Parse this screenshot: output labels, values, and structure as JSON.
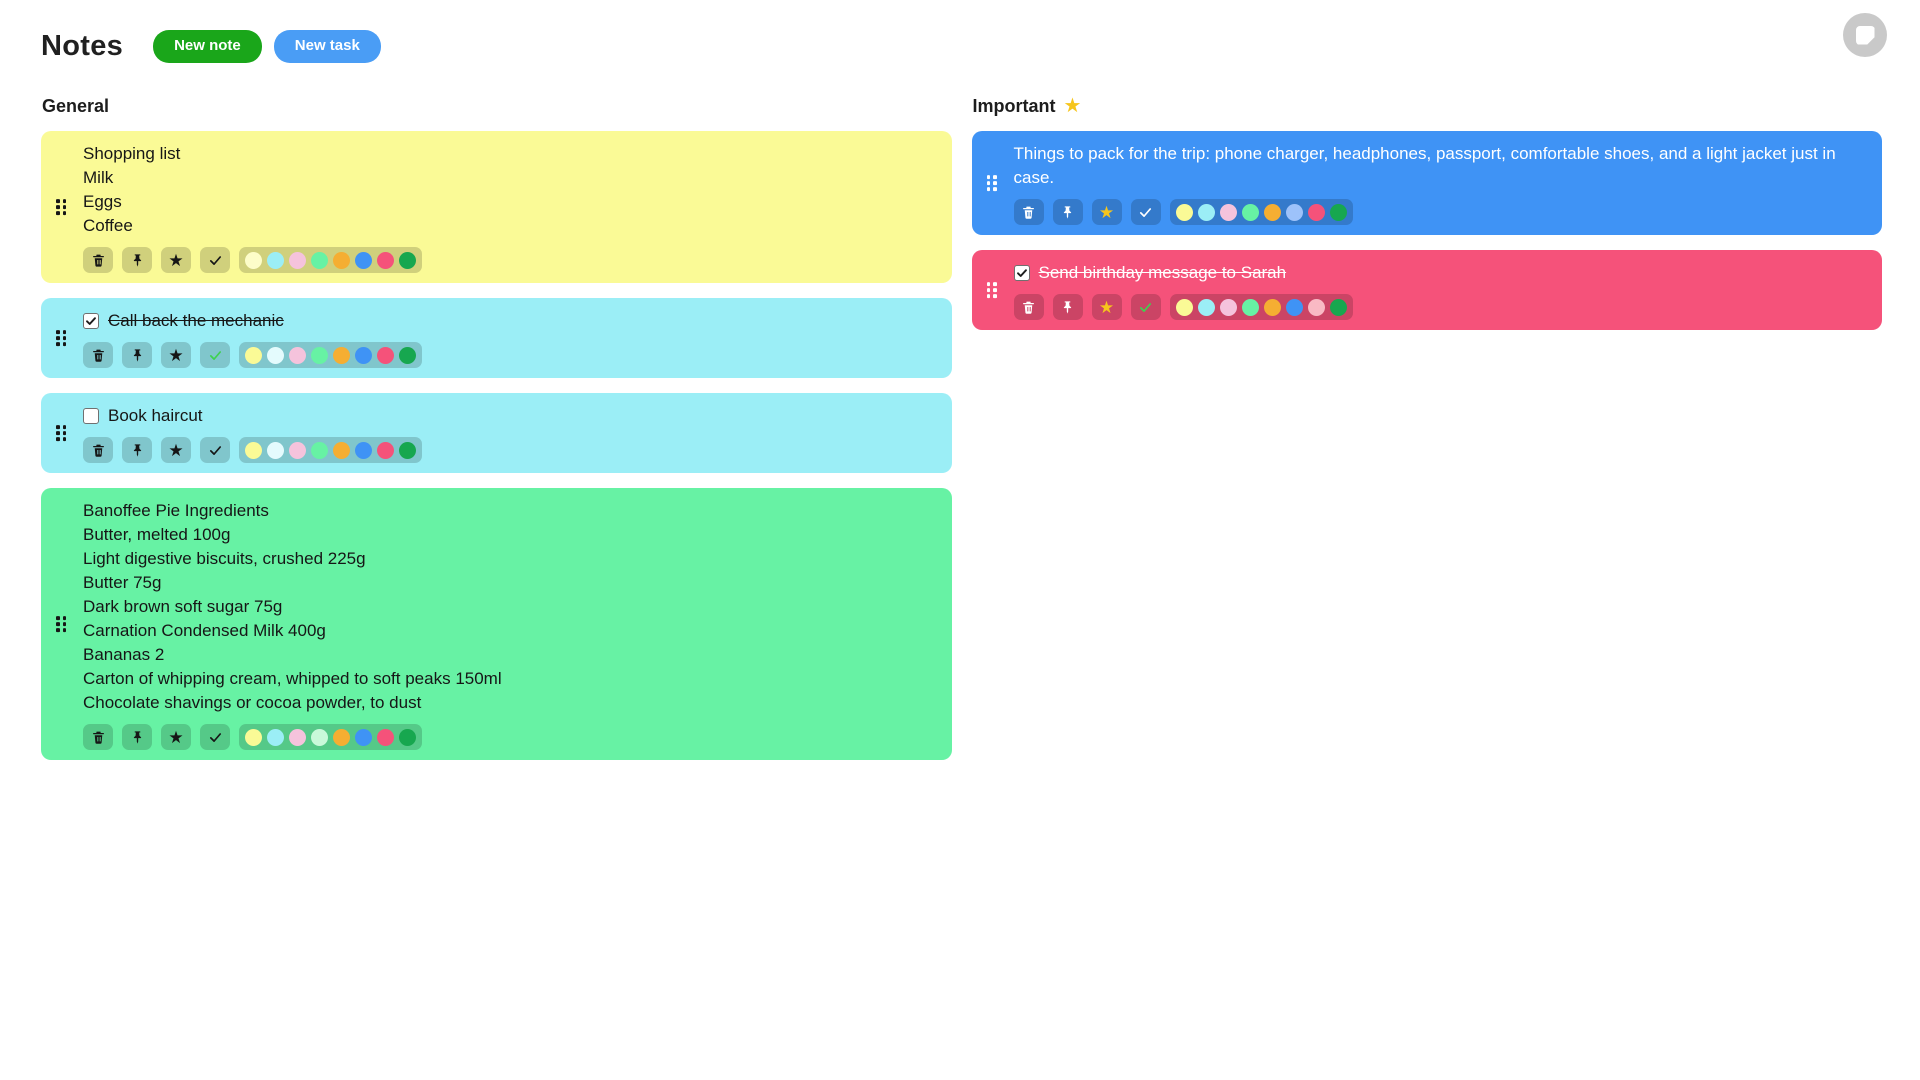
{
  "header": {
    "title": "Notes",
    "new_note_label": "New note",
    "new_task_label": "New task",
    "new_note_color": "#1aa61a",
    "new_task_color": "#4a9df5",
    "app_icon": "note-icon",
    "avatar_bg": "#c9c9c9"
  },
  "palette": {
    "order": [
      "yellow",
      "cyan",
      "pink",
      "mint",
      "orange",
      "blue",
      "red",
      "green"
    ],
    "colors": {
      "yellow": {
        "base": "#fafa96",
        "selected": "#fdfdc9"
      },
      "cyan": {
        "base": "#9beef6",
        "selected": "#e4fbfd"
      },
      "pink": {
        "base": "#f5c3dc",
        "selected": "#fbe4f0"
      },
      "mint": {
        "base": "#67f2a4",
        "selected": "#c9f9da"
      },
      "orange": {
        "base": "#f5ae32",
        "selected": "#fadfa4"
      },
      "blue": {
        "base": "#3f93f5",
        "selected": "#9dc2fa"
      },
      "red": {
        "base": "#f5527a",
        "selected": "#f9b9c4"
      },
      "green": {
        "base": "#17a74f",
        "selected": "#9ed9b5"
      }
    },
    "completed_check_color": "#3ed14f",
    "star_on_color": "#f6c51c"
  },
  "board": {
    "columns": [
      {
        "id": "general",
        "heading": "General",
        "heading_starred": false,
        "notes": [
          {
            "type": "note",
            "color": "yellow",
            "text_style": "dark",
            "lines": [
              "Shopping list",
              "Milk",
              "Eggs",
              "Coffee"
            ],
            "starred": false,
            "completed": false
          },
          {
            "type": "task",
            "color": "cyan",
            "text_style": "dark",
            "text": "Call back the mechanic",
            "checked": true,
            "starred": false,
            "completed": true
          },
          {
            "type": "task",
            "color": "cyan",
            "text_style": "dark",
            "text": "Book haircut",
            "checked": false,
            "starred": false,
            "completed": false
          },
          {
            "type": "note",
            "color": "mint",
            "text_style": "dark",
            "lines": [
              "Banoffee Pie Ingredients",
              "Butter, melted 100g",
              "Light digestive biscuits, crushed 225g",
              "Butter 75g",
              "Dark brown soft sugar 75g",
              "Carnation Condensed Milk 400g",
              "Bananas 2",
              "Carton of whipping cream, whipped to soft peaks 150ml",
              "Chocolate shavings or cocoa powder, to dust"
            ],
            "starred": false,
            "completed": false
          }
        ]
      },
      {
        "id": "important",
        "heading": "Important",
        "heading_starred": true,
        "notes": [
          {
            "type": "note",
            "color": "blue",
            "text_style": "light",
            "lines": [
              "Things to pack for the trip: phone charger, headphones, passport, comfortable shoes, and a light jacket just in case."
            ],
            "starred": true,
            "completed": false
          },
          {
            "type": "task",
            "color": "red",
            "text_style": "light",
            "text": "Send birthday message to Sarah",
            "checked": true,
            "starred": true,
            "completed": true
          }
        ]
      }
    ]
  }
}
